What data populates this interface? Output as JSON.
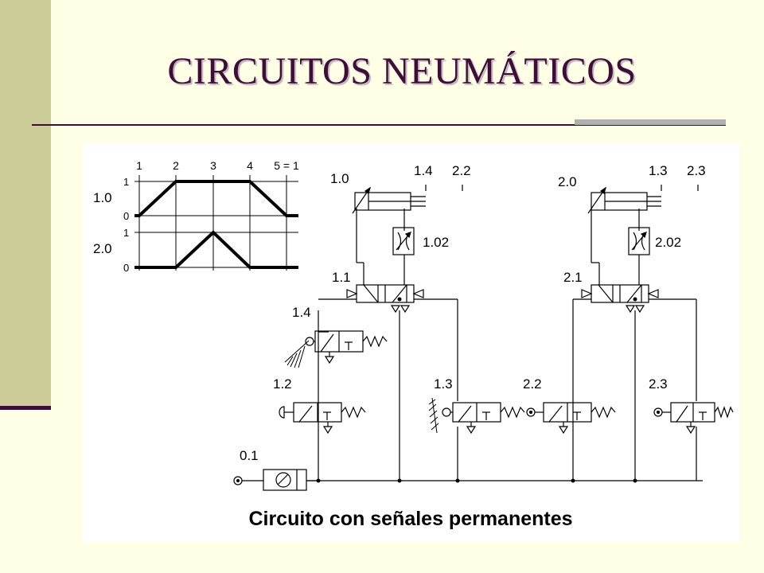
{
  "slide": {
    "title": "CIRCUITOS NEUMÁTICOS",
    "caption": "Circuito con señales permanentes",
    "colors": {
      "accent": "#3F0D3A",
      "sidebar": "#CCCC99",
      "background": "#FFFFE5"
    }
  },
  "diagram": {
    "steps": [
      "1",
      "2",
      "3",
      "4",
      "5 = 1"
    ],
    "motion_rows": [
      {
        "name": "1.0",
        "top": "1",
        "bottom": "0"
      },
      {
        "name": "2.0",
        "top": "1",
        "bottom": "0"
      }
    ],
    "labels": {
      "cyl1": "1.0",
      "cyl2": "2.0",
      "sig14": "1.4",
      "sig22_top": "2.2",
      "sig13_top": "1.3",
      "sig23_top": "2.3",
      "flow1": "1.02",
      "flow2": "2.02",
      "valve11": "1.1",
      "valve21": "2.1",
      "valve14": "1.4",
      "valve12": "1.2",
      "valve13": "1.3",
      "valve22": "2.2",
      "valve23": "2.3",
      "source": "0.1"
    }
  }
}
